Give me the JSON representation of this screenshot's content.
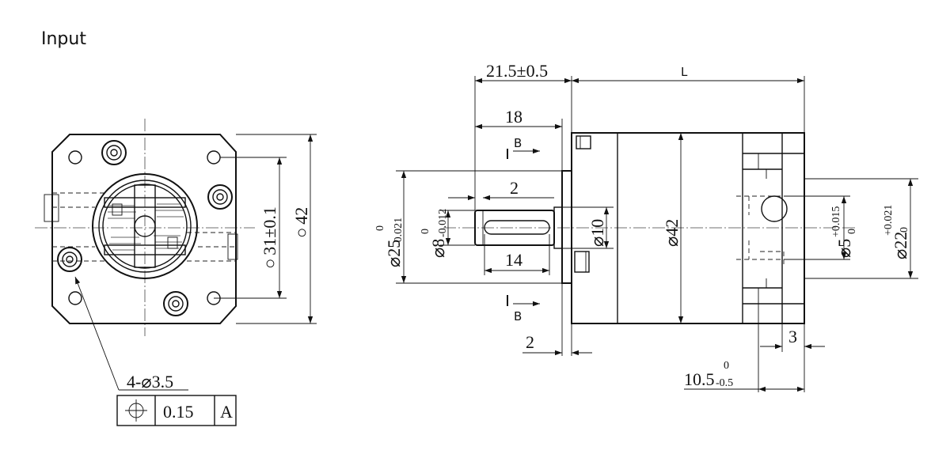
{
  "header": {
    "title": "Input"
  },
  "front_view": {
    "square_dim": "42",
    "square_symbol": "○",
    "pilot_dim": "31±0.1",
    "hole_callout": "4-⌀3.5",
    "tolerance_frame": {
      "tolerance": "0.15",
      "datum": "A"
    }
  },
  "side_view": {
    "flange_to_face": "21.5±0.5",
    "body_length": "L",
    "shaft_length": "18",
    "shoulder": "2",
    "flange_thickness": "2",
    "key_length": "14",
    "flange_dia": {
      "text": "⌀25",
      "upper": "0",
      "lower": "-0.021"
    },
    "shaft_dia": {
      "text": "⌀8",
      "upper": "0",
      "lower": "-0.012"
    },
    "hub_dia": "⌀10",
    "body_dia": "⌀42",
    "bore_dia": {
      "text": "⌀5",
      "upper": "+0.015",
      "lower": "0"
    },
    "pilot_bore_dia": {
      "text": "⌀22",
      "upper": "+0.021",
      "lower": "0"
    },
    "rear_step": "3",
    "rear_depth": {
      "text": "10.5",
      "upper": "0",
      "lower": "-0.5"
    },
    "section_label": "B"
  }
}
